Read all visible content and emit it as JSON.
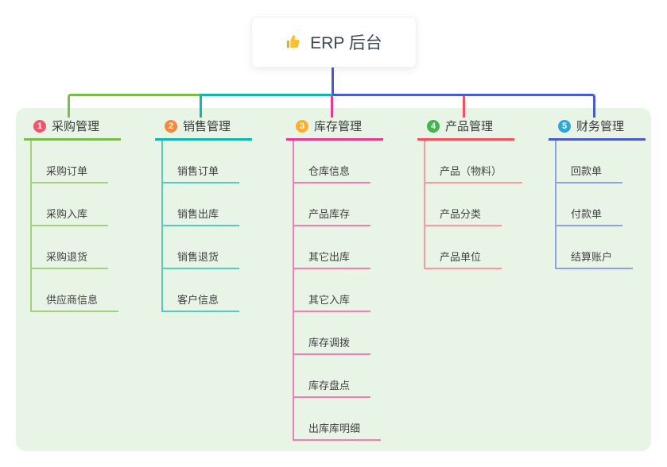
{
  "root": {
    "label": "ERP 后台",
    "icon": "thumbs-up-icon"
  },
  "theme": {
    "page_background": "#ffffff",
    "panel_background": "#e8f5e6",
    "connector_color": "#4a5ac8",
    "root_text_color": "#3d4656",
    "thumb_color": "#f6c12d"
  },
  "branches": [
    {
      "index": "1",
      "label": "采购管理",
      "badge_color": "#f1566e",
      "line_color": "#7cbb4e",
      "light_color": "#a3d27e",
      "children": [
        "采购订单",
        "采购入库",
        "采购退货",
        "供应商信息"
      ]
    },
    {
      "index": "2",
      "label": "销售管理",
      "badge_color": "#f7873b",
      "line_color": "#13b5ac",
      "light_color": "#56c9c0",
      "children": [
        "销售订单",
        "销售出库",
        "销售退货",
        "客户信息"
      ]
    },
    {
      "index": "3",
      "label": "库存管理",
      "badge_color": "#f9b02e",
      "line_color": "#e83a90",
      "light_color": "#f27cb4",
      "children": [
        "仓库信息",
        "产品库存",
        "其它出库",
        "其它入库",
        "库存调拨",
        "库存盘点",
        "出库库明细"
      ]
    },
    {
      "index": "4",
      "label": "产品管理",
      "badge_color": "#41b64d",
      "line_color": "#f4515e",
      "light_color": "#f79aa4",
      "children": [
        "产品（物料）",
        "产品分类",
        "产品单位"
      ]
    },
    {
      "index": "5",
      "label": "财务管理",
      "badge_color": "#2ba7d9",
      "line_color": "#4a5ac8",
      "light_color": "#8ca0e2",
      "children": [
        "回款单",
        "付款单",
        "结算账户"
      ]
    }
  ]
}
